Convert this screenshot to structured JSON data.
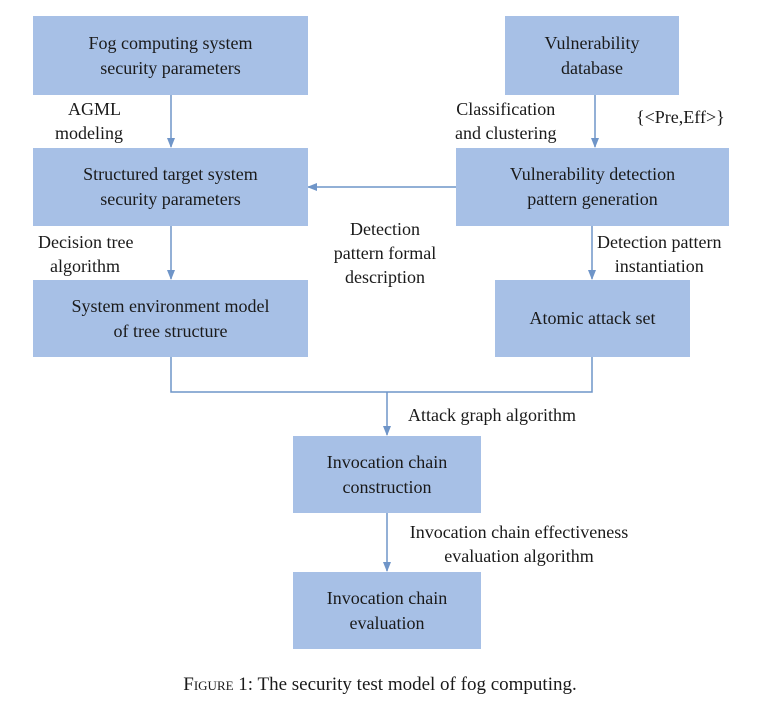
{
  "boxes": {
    "fog_params": {
      "line1": "Fog computing system",
      "line2": "security parameters"
    },
    "vuln_db": {
      "line1": "Vulnerability",
      "line2": "database"
    },
    "structured_params": {
      "line1": "Structured target system",
      "line2": "security parameters"
    },
    "vuln_pattern": {
      "line1": "Vulnerability detection",
      "line2": "pattern generation"
    },
    "env_model": {
      "line1": "System environment model",
      "line2": "of tree structure"
    },
    "atomic_attack": {
      "line1": "Atomic attack set"
    },
    "chain_construction": {
      "line1": "Invocation chain",
      "line2": "construction"
    },
    "chain_evaluation": {
      "line1": "Invocation chain",
      "line2": "evaluation"
    }
  },
  "labels": {
    "agml": {
      "line1": "AGML",
      "line2": "modeling"
    },
    "classification": {
      "line1": "Classification",
      "line2": "and clustering"
    },
    "pre_eff": "{<Pre,Eff>}",
    "decision_tree": {
      "line1": "Decision tree",
      "line2": "algorithm"
    },
    "formal_desc": {
      "line1": "Detection",
      "line2": "pattern formal",
      "line3": "description"
    },
    "instantiation": {
      "line1": "Detection pattern",
      "line2": "instantiation"
    },
    "attack_graph": "Attack graph algorithm",
    "effectiveness": {
      "line1": "Invocation chain effectiveness",
      "line2": "evaluation algorithm"
    }
  },
  "caption": {
    "figure_word": "Figure 1:",
    "text": " The security test model of fog computing."
  },
  "colors": {
    "box_fill": "#a7c0e6",
    "connector": "#6f95c8"
  }
}
